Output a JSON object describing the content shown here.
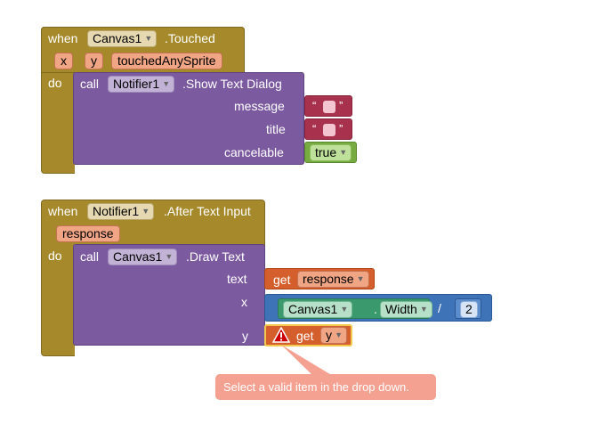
{
  "block1": {
    "when_label": "when",
    "component": "Canvas1",
    "event": ".Touched",
    "params": [
      "x",
      "y",
      "touchedAnySprite"
    ],
    "do_label": "do",
    "call_label": "call",
    "call_component": "Notifier1",
    "call_method": ".Show Text Dialog",
    "sockets": [
      "message",
      "title",
      "cancelable"
    ],
    "quote_open": "“",
    "quote_close": "”",
    "bool_value": "true"
  },
  "block2": {
    "when_label": "when",
    "component": "Notifier1",
    "event": ".After Text Input",
    "param": "response",
    "do_label": "do",
    "call_label": "call",
    "call_component": "Canvas1",
    "call_method": ".Draw Text",
    "sockets": [
      "text",
      "x",
      "y"
    ],
    "get_label": "get",
    "get_var": "response",
    "prop_component": "Canvas1",
    "prop_dot": ".",
    "prop_name": "Width",
    "div_op": "/",
    "div_value": "2",
    "get_y_label": "get",
    "get_y_var": "y"
  },
  "warning": {
    "message": "Select a valid item in the drop down."
  },
  "colors": {
    "event": "#a6892b",
    "procedure": "#7c5aa0",
    "text": "#a8324e",
    "logic": "#77ab41",
    "variable": "#d55f2c",
    "math": "#3f73b8",
    "component": "#3a9a6e",
    "warning": "#f5a191"
  }
}
